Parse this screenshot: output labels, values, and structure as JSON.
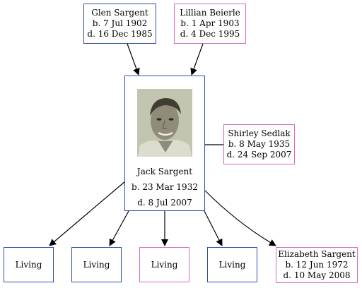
{
  "colors": {
    "male": "#2e4db0",
    "female": "#d46bc4",
    "edge": "#000000"
  },
  "father": {
    "name": "Glen Sargent",
    "born": "b. 7 Jul 1902",
    "died": "d. 16 Dec 1985"
  },
  "mother": {
    "name": "Lillian Beierle",
    "born": "b. 1 Apr 1903",
    "died": "d. 4 Dec 1995"
  },
  "subject": {
    "name": "Jack Sargent",
    "born": "b. 23 Mar 1932",
    "died": "d. 8 Jul 2007"
  },
  "spouse": {
    "name": "Shirley Sedlak",
    "born": "b. 8 May 1935",
    "died": "d. 24 Sep 2007"
  },
  "children": [
    {
      "name": "Living",
      "sex": "male"
    },
    {
      "name": "Living",
      "sex": "male"
    },
    {
      "name": "Living",
      "sex": "female"
    },
    {
      "name": "Living",
      "sex": "male"
    },
    {
      "name": "Elizabeth Sargent",
      "born": "b. 12 Jun 1972",
      "died": "d. 10 May 2008",
      "sex": "female"
    }
  ]
}
